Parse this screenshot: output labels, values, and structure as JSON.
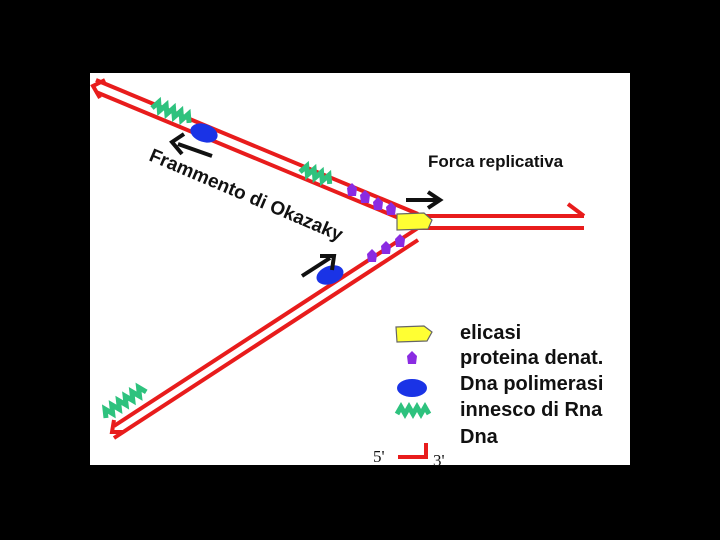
{
  "diagram": {
    "title": "Forca replicativa",
    "fragment_label": "Frammento di Okazaky",
    "legend": [
      {
        "label": "elicasi",
        "icon": "helicase-icon"
      },
      {
        "label": "proteina denat.",
        "icon": "ssb-protein-icon"
      },
      {
        "label": "Dna polimerasi",
        "icon": "dna-polymerase-icon"
      },
      {
        "label": "innesco di Rna",
        "icon": "rna-primer-icon"
      },
      {
        "label": "Dna",
        "icon": "dna-strand-icon"
      }
    ],
    "strand_ends": {
      "five_prime": "5'",
      "three_prime": "3'"
    },
    "colors": {
      "dna": "#e81c1c",
      "helicase": "#ffff33",
      "ssb_protein": "#8a2be2",
      "polymerase": "#1a33e6",
      "primer": "#2ec27e",
      "background": "#000000",
      "panel": "#ffffff"
    }
  }
}
